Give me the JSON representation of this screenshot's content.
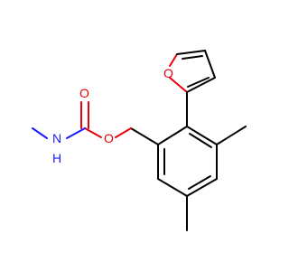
{
  "molecule": {
    "colors": {
      "bond": "#000000",
      "oxygen": "#e8000b",
      "nitrogen": "#1a1aff",
      "background": "#ffffff"
    },
    "atoms": {
      "furan_oxygen": "O",
      "carbonyl_oxygen": "O",
      "ester_oxygen": "O",
      "amine_nitrogen": "N",
      "amine_hydrogen": "H"
    }
  }
}
